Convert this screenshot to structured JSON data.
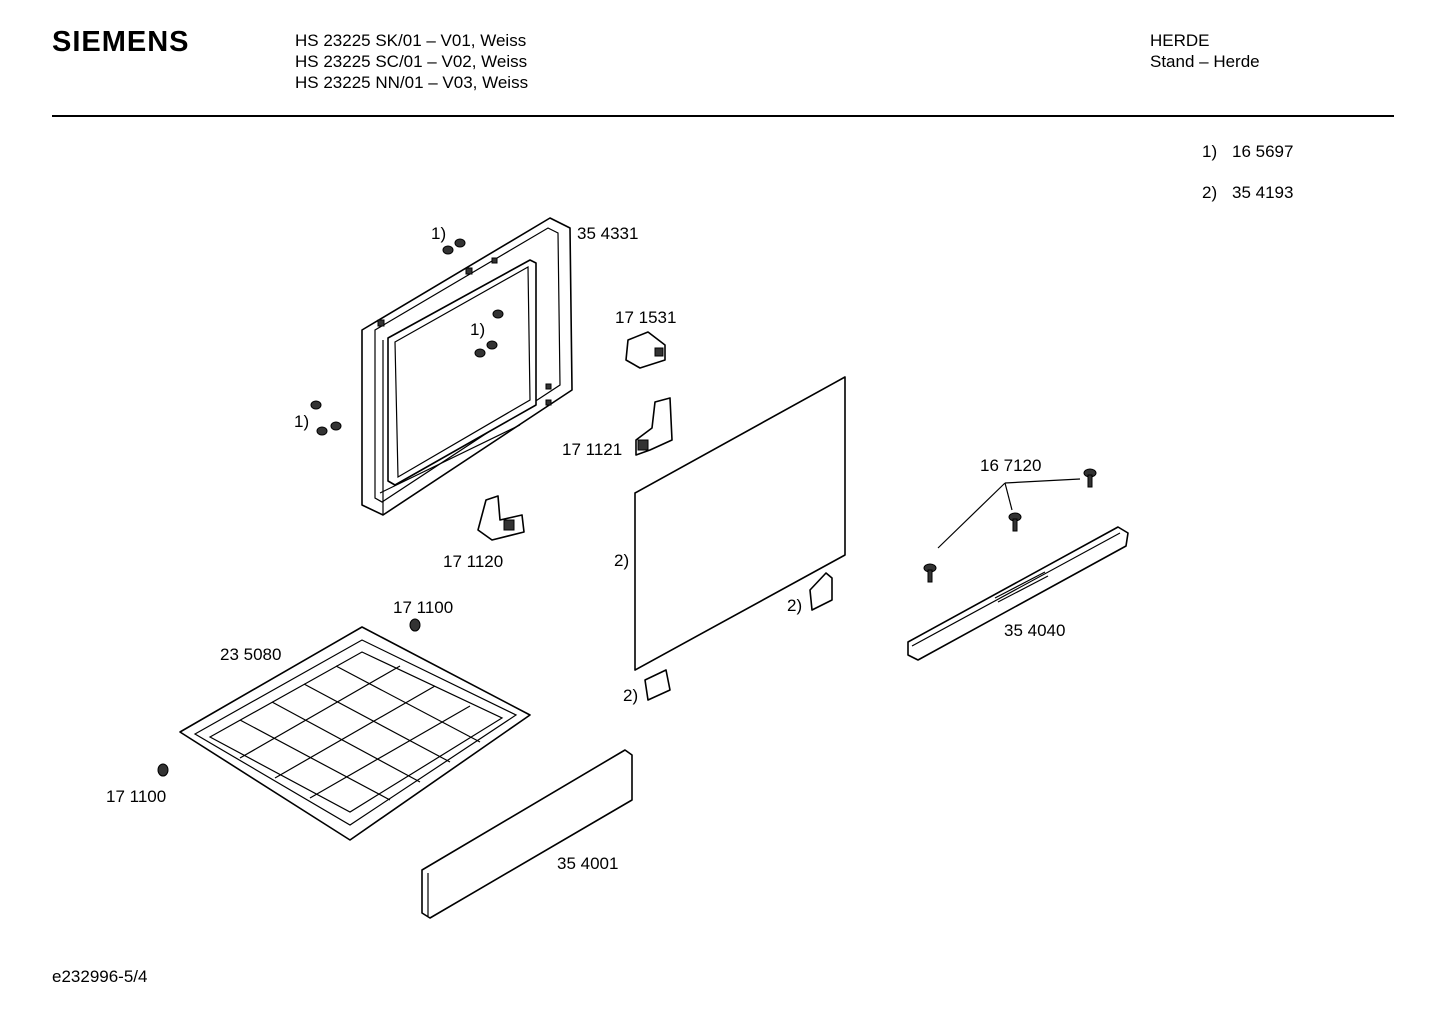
{
  "header": {
    "brand": "SIEMENS",
    "models": [
      "HS 23225 SK/01 – V01, Weiss",
      "HS 23225 SC/01 – V02, Weiss",
      "HS 23225 NN/01 – V03, Weiss"
    ],
    "category": "HERDE",
    "subcategory": "Stand – Herde"
  },
  "legend": [
    {
      "ref": "1)",
      "part": "16 5697"
    },
    {
      "ref": "2)",
      "part": "35 4193"
    }
  ],
  "labels": {
    "door_frame": "35 4331",
    "hinge_top": "17 1531",
    "hinge_mid": "17 1121",
    "hinge_bottom": "17 1120",
    "glass_ref": "2)",
    "clip_right_ref": "2)",
    "clip_bottom_ref": "2)",
    "screws_top_ref": "1)",
    "screws_inner_ref": "1)",
    "screws_left_ref": "1)",
    "handle_screws": "16 7120",
    "handle": "35 4040",
    "tray": "23 5080",
    "foot_top": "17 1100",
    "foot_left": "17 1100",
    "panel": "35 4001"
  },
  "footer": {
    "doc_id": "e232996-5/4"
  }
}
